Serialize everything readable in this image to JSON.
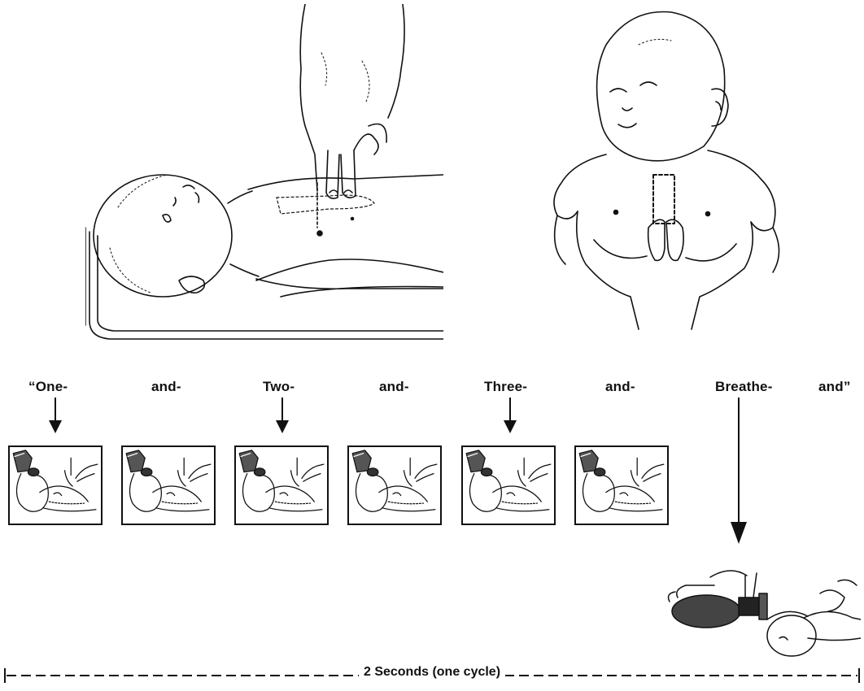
{
  "counts": [
    {
      "text": "“One-",
      "arrow": true
    },
    {
      "text": "and-",
      "arrow": false
    },
    {
      "text": "Two-",
      "arrow": true
    },
    {
      "text": "and-",
      "arrow": false
    },
    {
      "text": "Three-",
      "arrow": true
    },
    {
      "text": "and-",
      "arrow": false
    },
    {
      "text": "Breathe-",
      "arrow": true
    },
    {
      "text": "and”",
      "arrow": false
    }
  ],
  "timeline_label": "2 Seconds (one cycle)",
  "compression_frame_count": 6
}
